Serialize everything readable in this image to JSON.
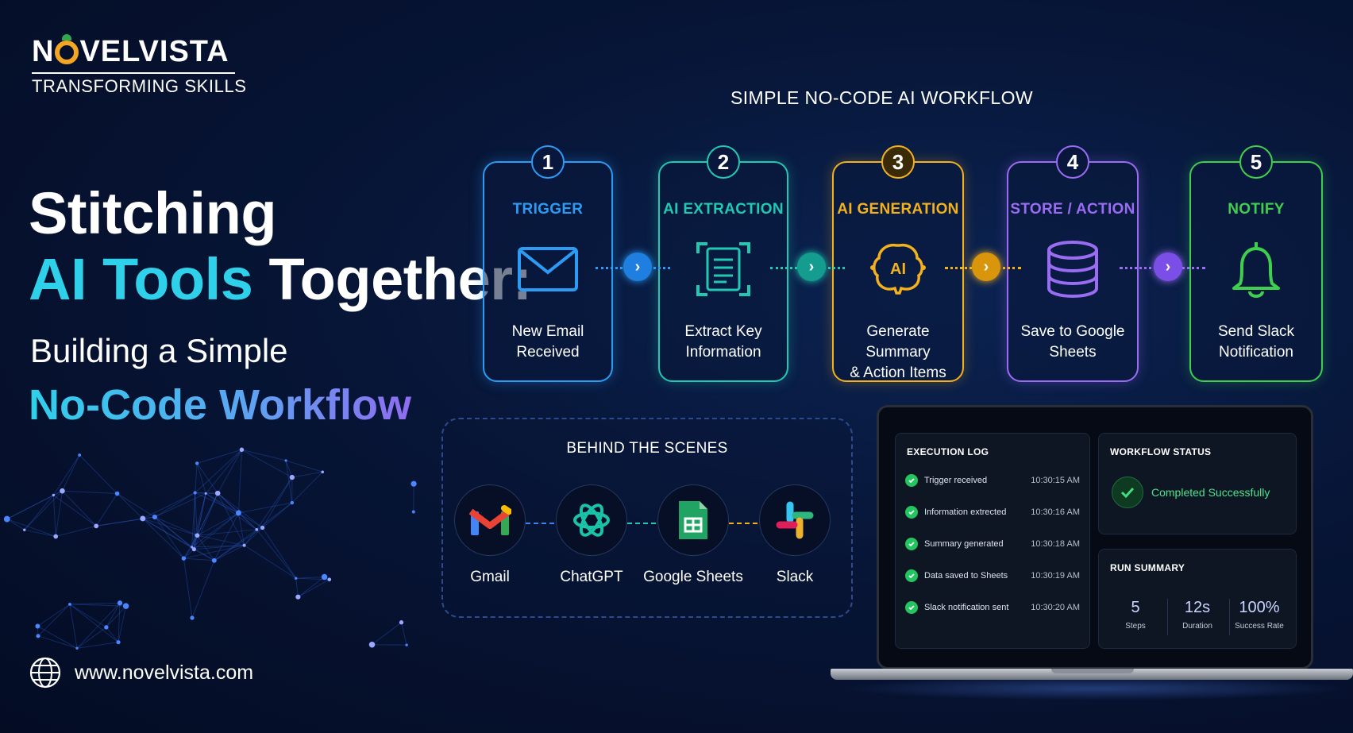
{
  "brand": {
    "name_prefix": "N",
    "name_suffix": "VELVISTA",
    "tagline": "TRANSFORMING SKILLS",
    "website": "www.novelvista.com"
  },
  "headline": {
    "line1": "Stitching",
    "line2_highlight": "AI Tools",
    "line2_rest": "Together:",
    "line3": "Building a Simple",
    "line4": "No-Code Workflow"
  },
  "workflow": {
    "title": "SIMPLE NO-CODE AI WORKFLOW",
    "steps": [
      {
        "number": "1",
        "label": "TRIGGER",
        "desc1": "New Email",
        "desc2": "Received",
        "icon": "envelope-icon",
        "color": "#2b9bf4"
      },
      {
        "number": "2",
        "label": "AI EXTRACTION",
        "desc1": "Extract Key",
        "desc2": "Information",
        "icon": "document-scan-icon",
        "color": "#21c9b3"
      },
      {
        "number": "3",
        "label": "AI GENERATION",
        "desc1": "Generate Summary",
        "desc2": "& Action Items",
        "icon": "ai-brain-icon",
        "color": "#f2b11d"
      },
      {
        "number": "4",
        "label": "STORE / ACTION",
        "desc1": "Save to Google",
        "desc2": "Sheets",
        "icon": "database-icon",
        "color": "#9a6cf4"
      },
      {
        "number": "5",
        "label": "NOTIFY",
        "desc1": "Send Slack",
        "desc2": "Notification",
        "icon": "bell-icon",
        "color": "#3ecf4e"
      }
    ]
  },
  "behind_the_scenes": {
    "title": "BEHIND THE SCENES",
    "tools": [
      {
        "name": "Gmail",
        "icon": "gmail-icon"
      },
      {
        "name": "ChatGPT",
        "icon": "chatgpt-icon"
      },
      {
        "name": "Google Sheets",
        "icon": "google-sheets-icon"
      },
      {
        "name": "Slack",
        "icon": "slack-icon"
      }
    ]
  },
  "dashboard": {
    "execution_log": {
      "title": "EXECUTION LOG",
      "rows": [
        {
          "text": "Trigger received",
          "time": "10:30:15 AM"
        },
        {
          "text": "Information extrected",
          "time": "10:30:16 AM"
        },
        {
          "text": "Summary generated",
          "time": "10:30:18 AM"
        },
        {
          "text": "Data saved to Sheets",
          "time": "10:30:19 AM"
        },
        {
          "text": "Slack notification sent",
          "time": "10:30:20 AM"
        }
      ]
    },
    "workflow_status": {
      "title": "WORKFLOW STATUS",
      "status": "Completed Successfully"
    },
    "run_summary": {
      "title": "RUN SUMMARY",
      "stats": [
        {
          "value": "5",
          "label": "Steps"
        },
        {
          "value": "12s",
          "label": "Duration"
        },
        {
          "value": "100%",
          "label": "Success Rate"
        }
      ]
    }
  }
}
